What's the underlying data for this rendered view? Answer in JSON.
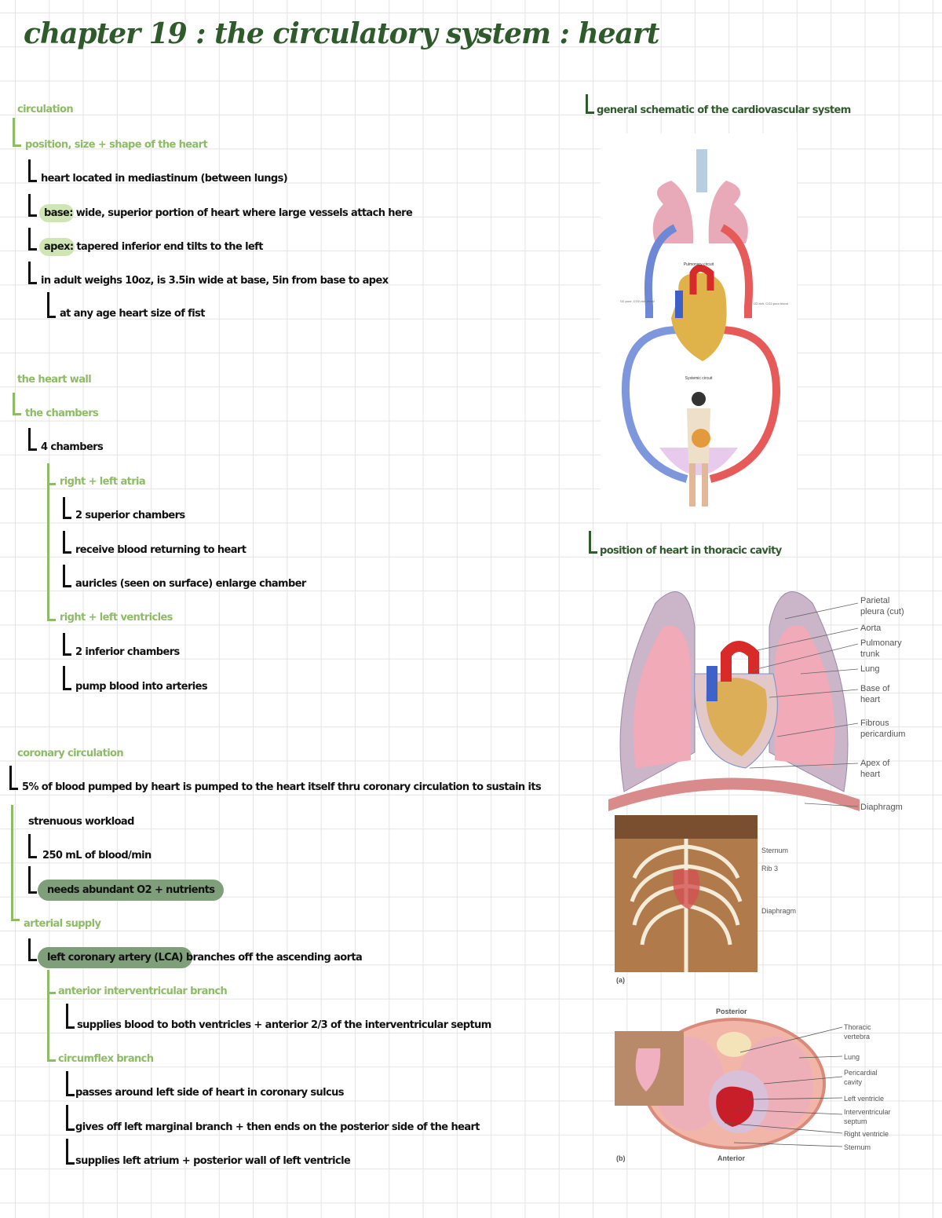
{
  "title": "chapter 19 : the circulatory system : heart",
  "left": {
    "circulation": "circulation",
    "position_heading": "position, size + shape of the heart",
    "l1": "heart located in mediastinum (between lungs)",
    "base_term": "base",
    "base_def": ": wide, superior portion of heart where large vessels attach here",
    "apex_term": "apex",
    "apex_def": ": tapered inferior end tilts to the left",
    "l4": "in adult weighs 10oz, is 3.5in wide at base, 5in from base to apex",
    "l5": "at any age heart size of fist",
    "heart_wall": "the heart wall",
    "chambers": "the chambers",
    "four": "4 chambers",
    "atria": "right + left atria",
    "a1": "2 superior chambers",
    "a2": "receive blood returning to heart",
    "a3": "auricles (seen on surface) enlarge chamber",
    "ventricles": "right + left ventricles",
    "v1": "2 inferior chambers",
    "v2": "pump blood into arteries",
    "coronary": "coronary circulation",
    "c1": "5% of blood pumped by heart is pumped to the heart itself thru coronary circulation to sustain its",
    "c2": "strenuous workload",
    "c3": "250 mL of blood/min",
    "c4": "needs abundant O2 + nutrients",
    "arterial": "arterial supply",
    "lca_term": "left coronary artery (LCA)",
    "lca_def": " branches off the ascending aorta",
    "anterior": "anterior interventricular branch",
    "an1": "supplies blood to both ventricles + anterior 2/3 of the interventricular septum",
    "circumflex": "circumflex branch",
    "cx1": "passes around left side of heart in coronary sulcus",
    "cx2": "gives off left marginal branch + then ends on the posterior side of the heart",
    "cx3": "supplies left atrium + posterior wall of left ventricle"
  },
  "right": {
    "schematic_heading": "general schematic of the cardiovascular system",
    "pulmonary": "Pulmonary circuit",
    "systemic": "Systemic circuit",
    "o2poor": "O2-poor, CO2-rich blood",
    "o2rich": "O2-rich, CO2-poor blood",
    "position_heading": "position of heart in thoracic cavity",
    "fig1_labels": [
      "Parietal pleura (cut)",
      "Aorta",
      "Pulmonary trunk",
      "Lung",
      "Base of heart",
      "Fibrous pericardium",
      "Apex of heart",
      "Diaphragm"
    ],
    "fig2_labels": [
      "Sternum",
      "Rib 3",
      "Diaphragm"
    ],
    "fig2_tag": "(a)",
    "fig3_posterior": "Posterior",
    "fig3_anterior": "Anterior",
    "fig3_labels": [
      "Thoracic vertebra",
      "Lung",
      "Pericardial cavity",
      "Left ventricle",
      "Interventricular septum",
      "Right ventricle",
      "Sternum"
    ],
    "fig3_tag": "(b)"
  }
}
